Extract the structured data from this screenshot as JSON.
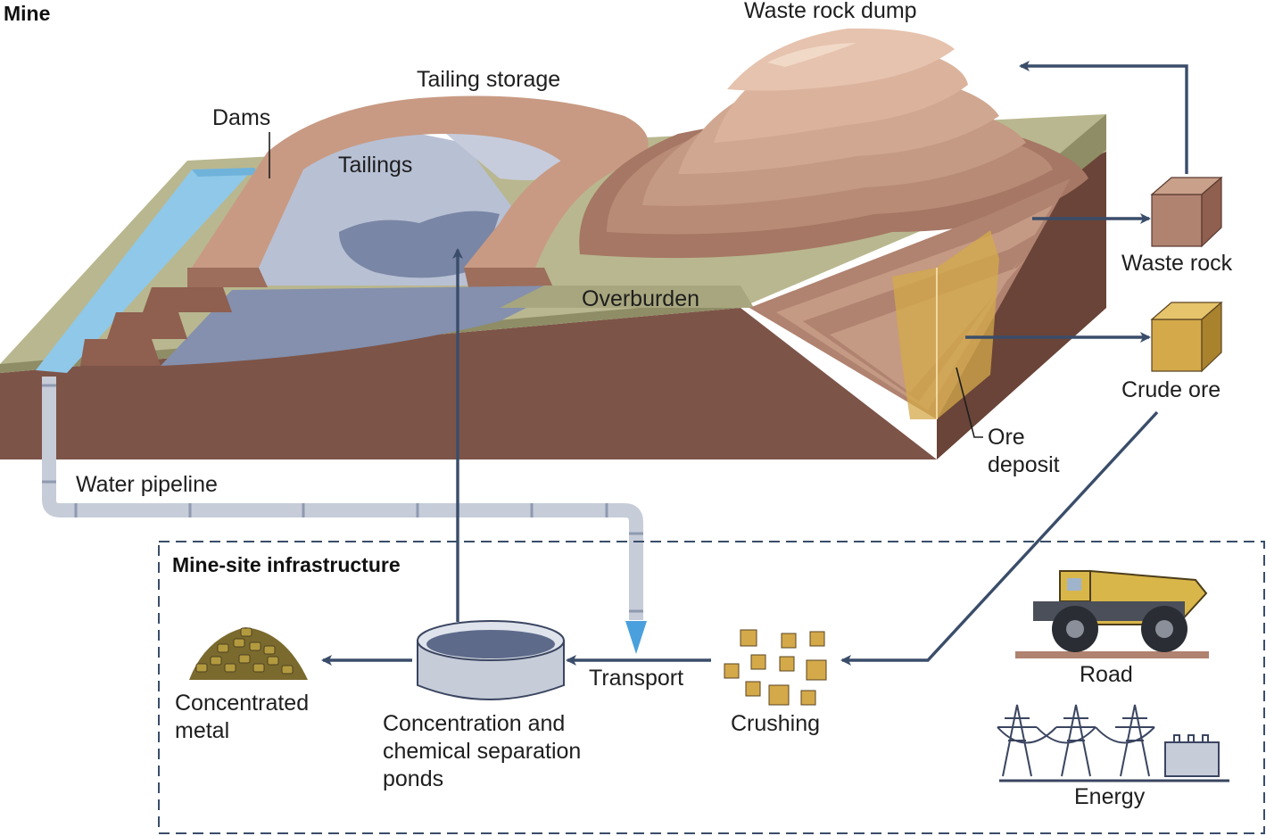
{
  "sections": {
    "mine_title": "Mine",
    "infrastructure_title": "Mine-site infrastructure"
  },
  "labels": {
    "waste_rock_dump": "Waste rock dump",
    "tailing_storage": "Tailing storage",
    "dams": "Dams",
    "tailings": "Tailings",
    "overburden": "Overburden",
    "waste_rock": "Waste rock",
    "crude_ore": "Crude ore",
    "ore_deposit": "Ore\ndeposit",
    "water_pipeline": "Water pipeline",
    "transport": "Transport",
    "concentrated_metal": "Concentrated\nmetal",
    "ponds": "Concentration and\nchemical separation\nponds",
    "crushing": "Crushing",
    "road": "Road",
    "energy": "Energy"
  },
  "colors": {
    "soil_front": "#7d5448",
    "soil_dark": "#5f3e35",
    "grass": "#b9b78f",
    "grass_dark": "#8e8d66",
    "waste_rock_layers": "#b08270",
    "waste_rock_light": "#d2aa95",
    "water": "#8fc8e8",
    "tailings_pond": "#b8c0d4",
    "tailings_dark": "#7a86a5",
    "arrow": "#3a4d6a",
    "ore_gold": "#d4a94a",
    "pipe": "#c6ccd8"
  }
}
